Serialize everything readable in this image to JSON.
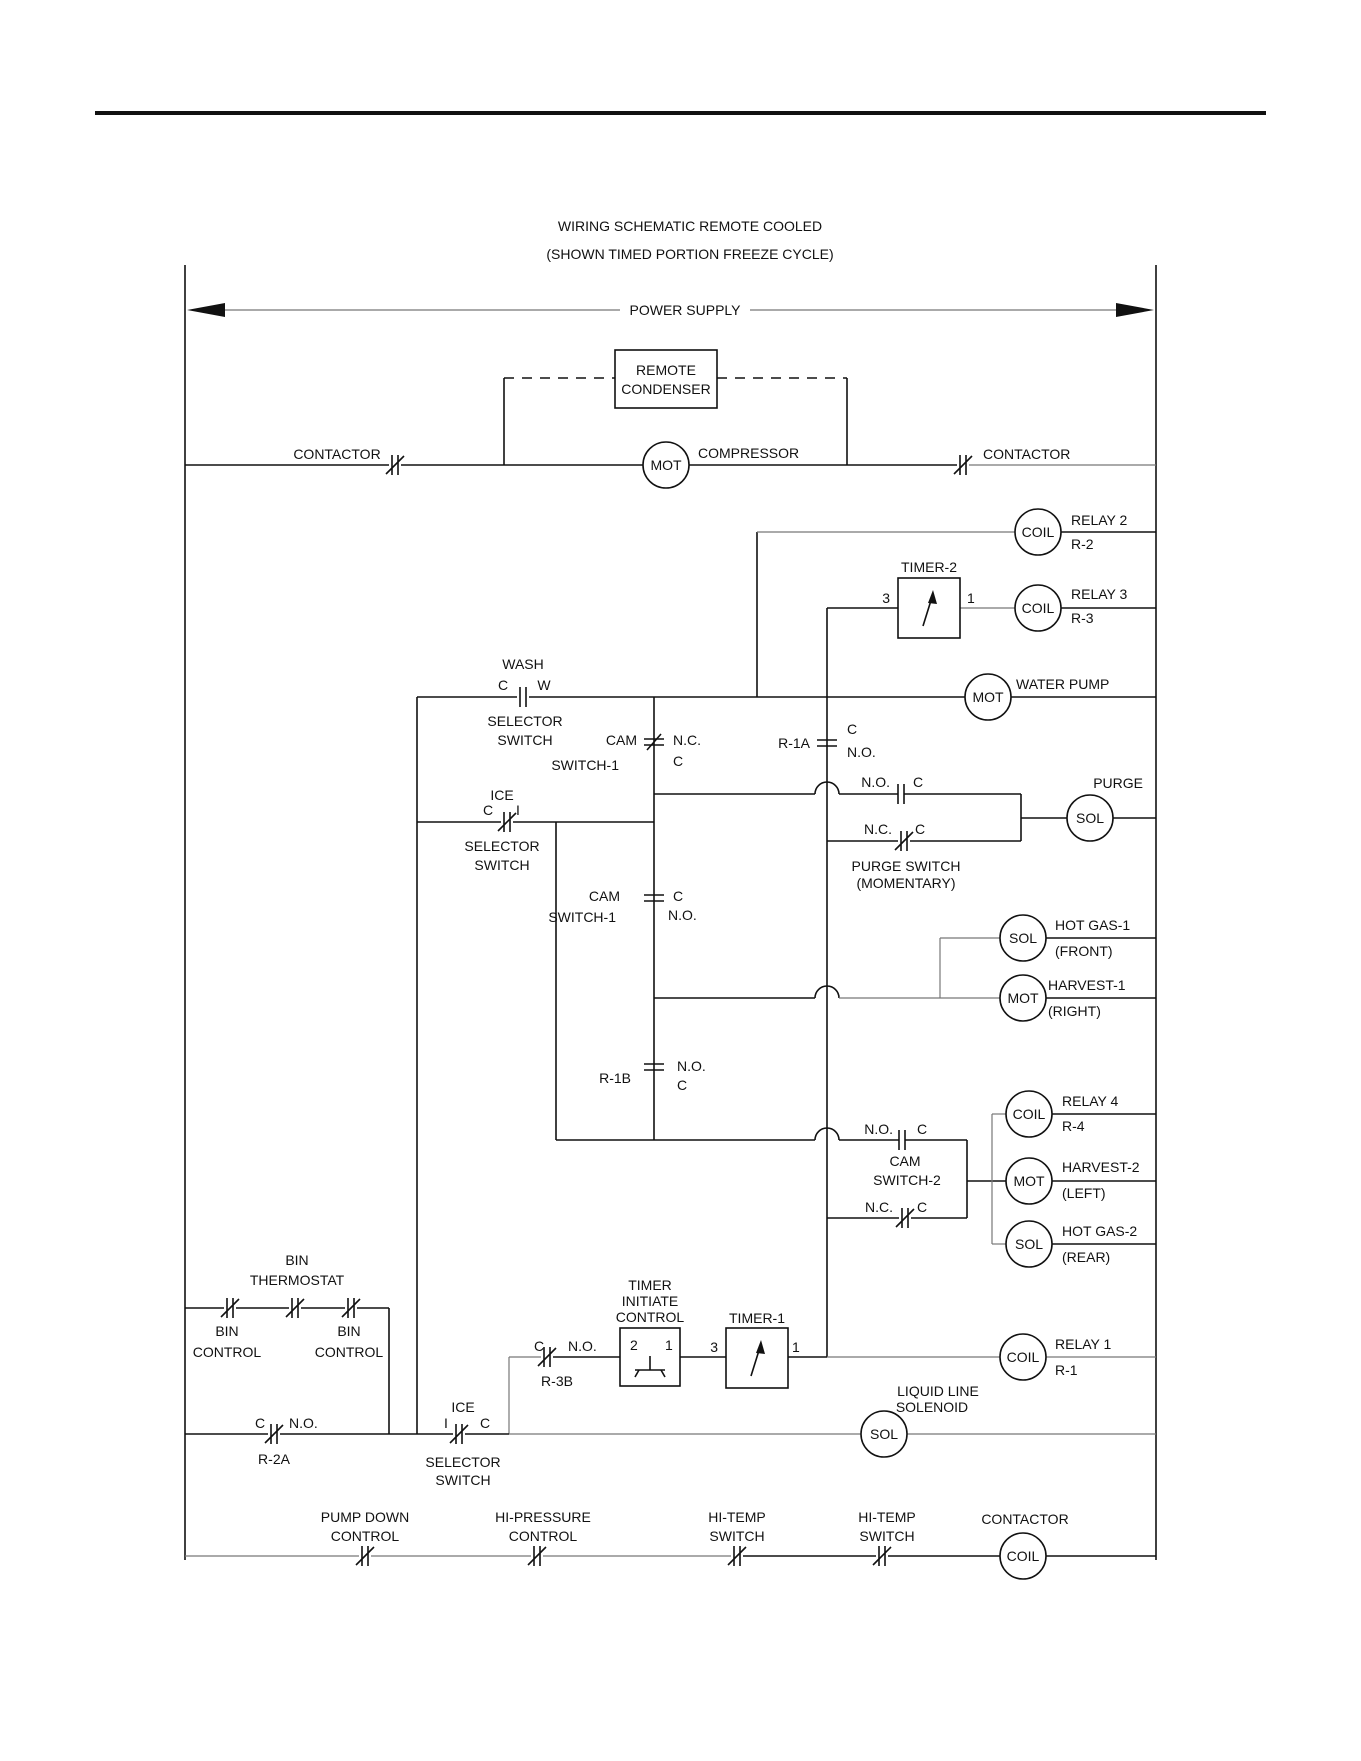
{
  "title": {
    "line1": "WIRING SCHEMATIC REMOTE COOLED",
    "line2": "(SHOWN TIMED PORTION FREEZE CYCLE)"
  },
  "power_supply": "POWER SUPPLY",
  "compressor_row": {
    "contactor_left": "CONTACTOR",
    "remote_condenser_1": "REMOTE",
    "remote_condenser_2": "CONDENSER",
    "motor": "MOT",
    "compressor": "COMPRESSOR",
    "contactor_right": "CONTACTOR"
  },
  "relay2": {
    "coil": "COIL",
    "name": "RELAY 2",
    "tag": "R-2"
  },
  "timer2": {
    "name": "TIMER-2",
    "t3": "3",
    "t1": "1"
  },
  "relay3": {
    "coil": "COIL",
    "name": "RELAY 3",
    "tag": "R-3"
  },
  "wash": {
    "name": "WASH",
    "c": "C",
    "w": "W",
    "sel1": "SELECTOR",
    "sel2": "SWITCH"
  },
  "water_pump": {
    "motor": "MOT",
    "name": "WATER PUMP"
  },
  "cam1_nc": {
    "l1": "CAM",
    "l2": "SWITCH-1",
    "nc": "N.C.",
    "c": "C"
  },
  "r1a": {
    "tag": "R-1A",
    "c": "C",
    "no": "N.O."
  },
  "ice_top": {
    "name": "ICE",
    "c": "C",
    "i": "I",
    "sel1": "SELECTOR",
    "sel2": "SWITCH"
  },
  "purge": {
    "no": "N.O.",
    "c1": "C",
    "nc": "N.C.",
    "c2": "C",
    "sw1": "PURGE SWITCH",
    "sw2": "(MOMENTARY)",
    "sol": "SOL",
    "name": "PURGE"
  },
  "cam1_no": {
    "l1": "CAM",
    "l2": "SWITCH-1",
    "c": "C",
    "no": "N.O."
  },
  "hot_gas1": {
    "sol": "SOL",
    "name": "HOT GAS-1",
    "sub": "(FRONT)"
  },
  "harvest1": {
    "motor": "MOT",
    "name": "HARVEST-1",
    "sub": "(RIGHT)"
  },
  "r1b": {
    "tag": "R-1B",
    "no": "N.O.",
    "c": "C"
  },
  "relay4": {
    "coil": "COIL",
    "name": "RELAY 4",
    "tag": "R-4"
  },
  "cam2": {
    "no": "N.O.",
    "c1": "C",
    "l1": "CAM",
    "l2": "SWITCH-2",
    "nc": "N.C.",
    "c2": "C"
  },
  "harvest2": {
    "motor": "MOT",
    "name": "HARVEST-2",
    "sub": "(LEFT)"
  },
  "hot_gas2": {
    "sol": "SOL",
    "name": "HOT GAS-2",
    "sub": "(REAR)"
  },
  "bin": {
    "bin": "BIN",
    "thermostat": "THERMOSTAT",
    "ctl_left_1": "BIN",
    "ctl_left_2": "CONTROL",
    "ctl_right_1": "BIN",
    "ctl_right_2": "CONTROL"
  },
  "timer_initiate": {
    "l1": "TIMER",
    "l2": "INITIATE",
    "l3": "CONTROL",
    "t2": "2",
    "t1": "1"
  },
  "timer1": {
    "name": "TIMER-1",
    "t3": "3",
    "t1": "1"
  },
  "r3b": {
    "c": "C",
    "no": "N.O.",
    "tag": "R-3B"
  },
  "relay1": {
    "coil": "COIL",
    "name": "RELAY 1",
    "tag": "R-1"
  },
  "r2a": {
    "c": "C",
    "no": "N.O.",
    "tag": "R-2A"
  },
  "ice_bottom": {
    "name": "ICE",
    "i": "I",
    "c": "C",
    "sel1": "SELECTOR",
    "sel2": "SWITCH"
  },
  "liquid_line": {
    "l1": "LIQUID LINE",
    "l2": "SOLENOID",
    "sol": "SOL"
  },
  "bottom_row": {
    "pd1": "PUMP DOWN",
    "pd2": "CONTROL",
    "hp1": "HI-PRESSURE",
    "hp2": "CONTROL",
    "ht1a": "HI-TEMP",
    "ht1b": "SWITCH",
    "ht2a": "HI-TEMP",
    "ht2b": "SWITCH",
    "contactor": "CONTACTOR",
    "coil": "COIL"
  }
}
